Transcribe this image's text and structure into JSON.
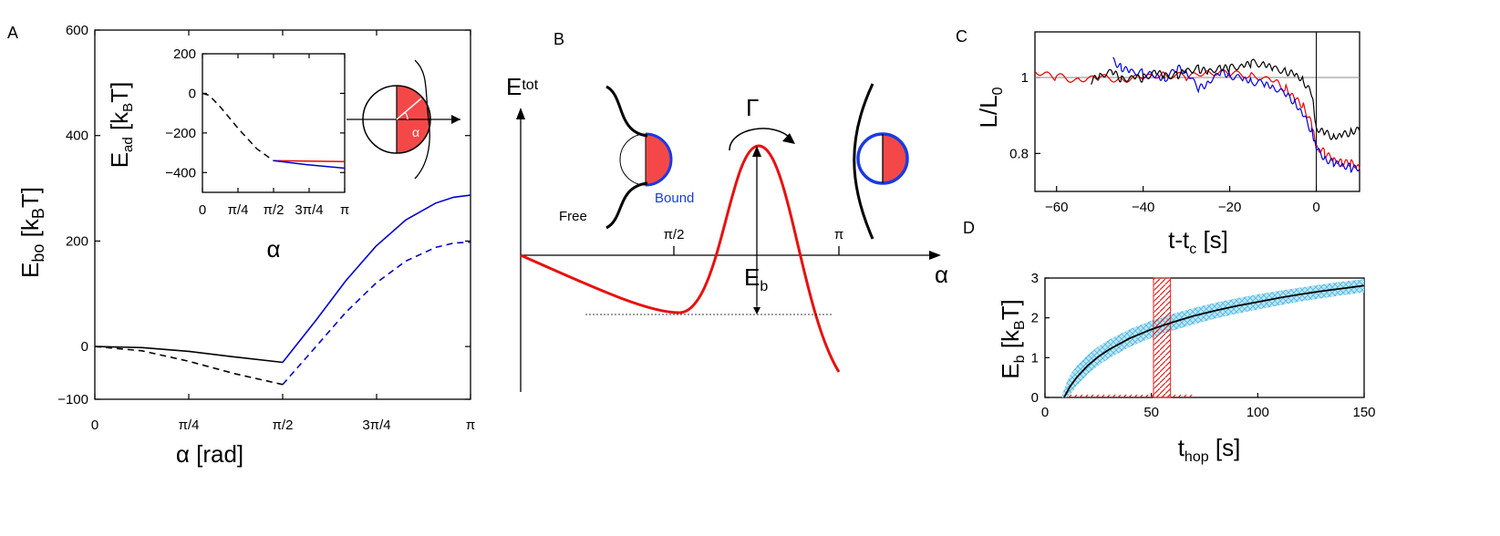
{
  "panels": {
    "A": {
      "label": "A"
    },
    "B": {
      "label": "B"
    },
    "C": {
      "label": "C"
    },
    "D": {
      "label": "D"
    }
  },
  "chart_data": [
    {
      "id": "A",
      "type": "line",
      "xlabel": "α [rad]",
      "ylabel_main": "E",
      "ylabel_sub": "bo",
      "ylabel_unit_pre": " [k",
      "ylabel_unit_sub": "B",
      "ylabel_unit_post": "T]",
      "xlim": [
        0,
        3.14159
      ],
      "ylim": [
        -100,
        600
      ],
      "xticks": [
        {
          "v": 0,
          "label": "0"
        },
        {
          "v": 0.7854,
          "label": "π/4"
        },
        {
          "v": 1.5708,
          "label": "π/2"
        },
        {
          "v": 2.3562,
          "label": "3π/4"
        },
        {
          "v": 3.14159,
          "label": "π"
        }
      ],
      "yticks": [
        {
          "v": -100,
          "label": "−100"
        },
        {
          "v": 0,
          "label": "0"
        },
        {
          "v": 200,
          "label": "200"
        },
        {
          "v": 400,
          "label": "400"
        },
        {
          "v": 600,
          "label": "600"
        }
      ],
      "series": [
        {
          "color": "#000000",
          "dash": false,
          "x": [
            0,
            0.3927,
            0.7854,
            1.1781,
            1.5708
          ],
          "y": [
            0,
            -2,
            -9,
            -20,
            -30
          ]
        },
        {
          "color": "#000000",
          "dash": true,
          "x": [
            0,
            0.3927,
            0.7854,
            1.1781,
            1.5708
          ],
          "y": [
            0,
            -8,
            -28,
            -52,
            -72
          ]
        },
        {
          "color": "#0000cc",
          "dash": false,
          "x": [
            1.5708,
            1.85,
            2.1,
            2.35,
            2.6,
            2.85,
            3.0,
            3.14159
          ],
          "y": [
            -30,
            50,
            125,
            190,
            240,
            272,
            283,
            287
          ]
        },
        {
          "color": "#0000cc",
          "dash": true,
          "x": [
            1.5708,
            1.85,
            2.1,
            2.35,
            2.6,
            2.85,
            3.0,
            3.14159
          ],
          "y": [
            -72,
            0,
            65,
            120,
            162,
            188,
            196,
            198
          ]
        }
      ],
      "inset": {
        "xlabel": "α",
        "ylabel_main": "E",
        "ylabel_sub": "ad",
        "ylabel_unit_pre": " [k",
        "ylabel_unit_sub": "B",
        "ylabel_unit_post": "T]",
        "xlim": [
          0,
          3.14159
        ],
        "ylim": [
          -500,
          200
        ],
        "xticks": [
          {
            "v": 0,
            "label": "0"
          },
          {
            "v": 0.7854,
            "label": "π/4"
          },
          {
            "v": 1.5708,
            "label": "π/2"
          },
          {
            "v": 2.3562,
            "label": "3π/4"
          },
          {
            "v": 3.14159,
            "label": "π"
          }
        ],
        "yticks": [
          {
            "v": -400,
            "label": "−400"
          },
          {
            "v": -200,
            "label": "−200"
          },
          {
            "v": 0,
            "label": "0"
          },
          {
            "v": 200,
            "label": "200"
          }
        ],
        "series": [
          {
            "color": "#000000",
            "dash": true,
            "x": [
              0,
              0.15,
              0.4,
              0.8,
              1.2,
              1.5708
            ],
            "y": [
              0,
              -10,
              -70,
              -180,
              -280,
              -340
            ]
          },
          {
            "color": "#ee0000",
            "dash": false,
            "x": [
              1.5708,
              3.14159
            ],
            "y": [
              -340,
              -345
            ]
          },
          {
            "color": "#0000cc",
            "dash": false,
            "x": [
              1.5708,
              2.3,
              3.14159
            ],
            "y": [
              -340,
              -360,
              -378
            ]
          }
        ]
      },
      "schematic_label": "α"
    },
    {
      "id": "B",
      "type": "diagram",
      "ylabel_main": "E",
      "ylabel_sub": "tot",
      "xlabel": "α",
      "xticks": [
        {
          "label": "π/2"
        },
        {
          "label": "π"
        }
      ],
      "gamma_label": "Γ",
      "barrier_label_main": "E",
      "barrier_label_sub": "b",
      "free_label": "Free",
      "bound_label": "Bound",
      "colors": {
        "curve": "#e81010",
        "bound": "#1a3ae0",
        "fill": "#f44848"
      }
    },
    {
      "id": "C",
      "type": "line",
      "xlabel_main": "t-t",
      "xlabel_sub": "c",
      "xlabel_post": " [s]",
      "ylabel_main": "L/L",
      "ylabel_sub": "0",
      "xlim": [
        -65,
        10
      ],
      "ylim": [
        0.7,
        1.12
      ],
      "xticks": [
        {
          "v": -60,
          "label": "−60"
        },
        {
          "v": -40,
          "label": "−40"
        },
        {
          "v": -20,
          "label": "−20"
        },
        {
          "v": 0,
          "label": "0"
        }
      ],
      "yticks": [
        {
          "v": 0.8,
          "label": "0.8"
        },
        {
          "v": 1,
          "label": "1"
        }
      ],
      "reference_lines": {
        "y": 1,
        "x": 0
      },
      "series": [
        {
          "color": "#ee0000",
          "x": [
            -65,
            -60,
            -55,
            -50,
            -45,
            -40,
            -35,
            -30,
            -25,
            -20,
            -15,
            -10,
            -7,
            -5,
            -3,
            -1,
            0,
            2,
            4,
            6,
            8,
            10
          ],
          "y": [
            1.01,
            1.0,
            0.995,
            1.005,
            1.0,
            1.005,
            1.01,
            1.0,
            1.01,
            1.005,
            1.0,
            0.99,
            0.97,
            0.95,
            0.93,
            0.88,
            0.82,
            0.8,
            0.78,
            0.77,
            0.77,
            0.76
          ]
        },
        {
          "color": "#0000dd",
          "x": [
            -47,
            -45,
            -43,
            -40,
            -37,
            -35,
            -32,
            -30,
            -27,
            -25,
            -22,
            -20,
            -17,
            -15,
            -12,
            -10,
            -7,
            -5,
            -3,
            -1,
            0,
            2,
            4,
            6,
            8,
            10
          ],
          "y": [
            1.05,
            1.03,
            1.02,
            1.01,
            1.0,
            0.99,
            1.02,
            1.01,
            0.97,
            0.99,
            1.02,
            1.01,
            1.0,
            0.99,
            0.98,
            0.97,
            0.95,
            0.93,
            0.9,
            0.86,
            0.82,
            0.79,
            0.78,
            0.77,
            0.76,
            0.755
          ]
        },
        {
          "color": "#000000",
          "x": [
            -52,
            -50,
            -47,
            -45,
            -42,
            -40,
            -37,
            -35,
            -32,
            -30,
            -27,
            -25,
            -22,
            -20,
            -17,
            -15,
            -12,
            -10,
            -7,
            -5,
            -3,
            -1,
            0,
            2,
            4,
            6,
            8,
            10
          ],
          "y": [
            0.99,
            1.0,
            1.01,
            0.99,
            1.0,
            1.0,
            1.02,
            1.01,
            1.01,
            1.02,
            1.02,
            1.01,
            1.02,
            1.02,
            1.03,
            1.04,
            1.04,
            1.03,
            1.02,
            1.01,
            0.99,
            0.95,
            0.86,
            0.85,
            0.84,
            0.85,
            0.86,
            0.87
          ]
        }
      ]
    },
    {
      "id": "D",
      "type": "line",
      "xlabel_main": "t",
      "xlabel_sub": "hop",
      "xlabel_post": " [s]",
      "ylabel_main": "E",
      "ylabel_sub": "b",
      "ylabel_unit_pre": " [k",
      "ylabel_unit_sub": "B",
      "ylabel_unit_post": "T]",
      "xlim": [
        0,
        150
      ],
      "ylim": [
        0,
        3
      ],
      "xticks": [
        {
          "v": 0,
          "label": "0"
        },
        {
          "v": 50,
          "label": "50"
        },
        {
          "v": 100,
          "label": "100"
        },
        {
          "v": 150,
          "label": "150"
        }
      ],
      "yticks": [
        {
          "v": 0,
          "label": "0"
        },
        {
          "v": 1,
          "label": "1"
        },
        {
          "v": 2,
          "label": "2"
        },
        {
          "v": 3,
          "label": "3"
        }
      ],
      "curve": {
        "color": "#000000",
        "x": [
          9,
          10,
          12,
          15,
          20,
          25,
          30,
          40,
          50,
          60,
          70,
          80,
          90,
          100,
          110,
          120,
          130,
          140,
          150
        ],
        "y": [
          0,
          0.1,
          0.29,
          0.51,
          0.8,
          1.02,
          1.2,
          1.49,
          1.71,
          1.89,
          2.05,
          2.18,
          2.3,
          2.4,
          2.5,
          2.59,
          2.67,
          2.74,
          2.81
        ]
      },
      "band": {
        "color": "#5fc3e6",
        "x": [
          8,
          10,
          12,
          15,
          20,
          25,
          30,
          40,
          50,
          60,
          70,
          80,
          90,
          100,
          110,
          120,
          130,
          140,
          150
        ],
        "upper": [
          0.05,
          0.35,
          0.58,
          0.8,
          1.07,
          1.28,
          1.45,
          1.72,
          1.93,
          2.1,
          2.25,
          2.38,
          2.49,
          2.59,
          2.68,
          2.76,
          2.84,
          2.91,
          2.97
        ],
        "lower": [
          0,
          0,
          0.08,
          0.3,
          0.58,
          0.8,
          0.98,
          1.27,
          1.5,
          1.68,
          1.84,
          1.98,
          2.1,
          2.21,
          2.31,
          2.41,
          2.49,
          2.57,
          2.64
        ]
      },
      "vband": {
        "color": "#dd2222",
        "x_range": [
          51,
          59
        ]
      },
      "hband": {
        "color": "#dd2222",
        "x_range": [
          9,
          70
        ],
        "y": 0
      }
    }
  ]
}
